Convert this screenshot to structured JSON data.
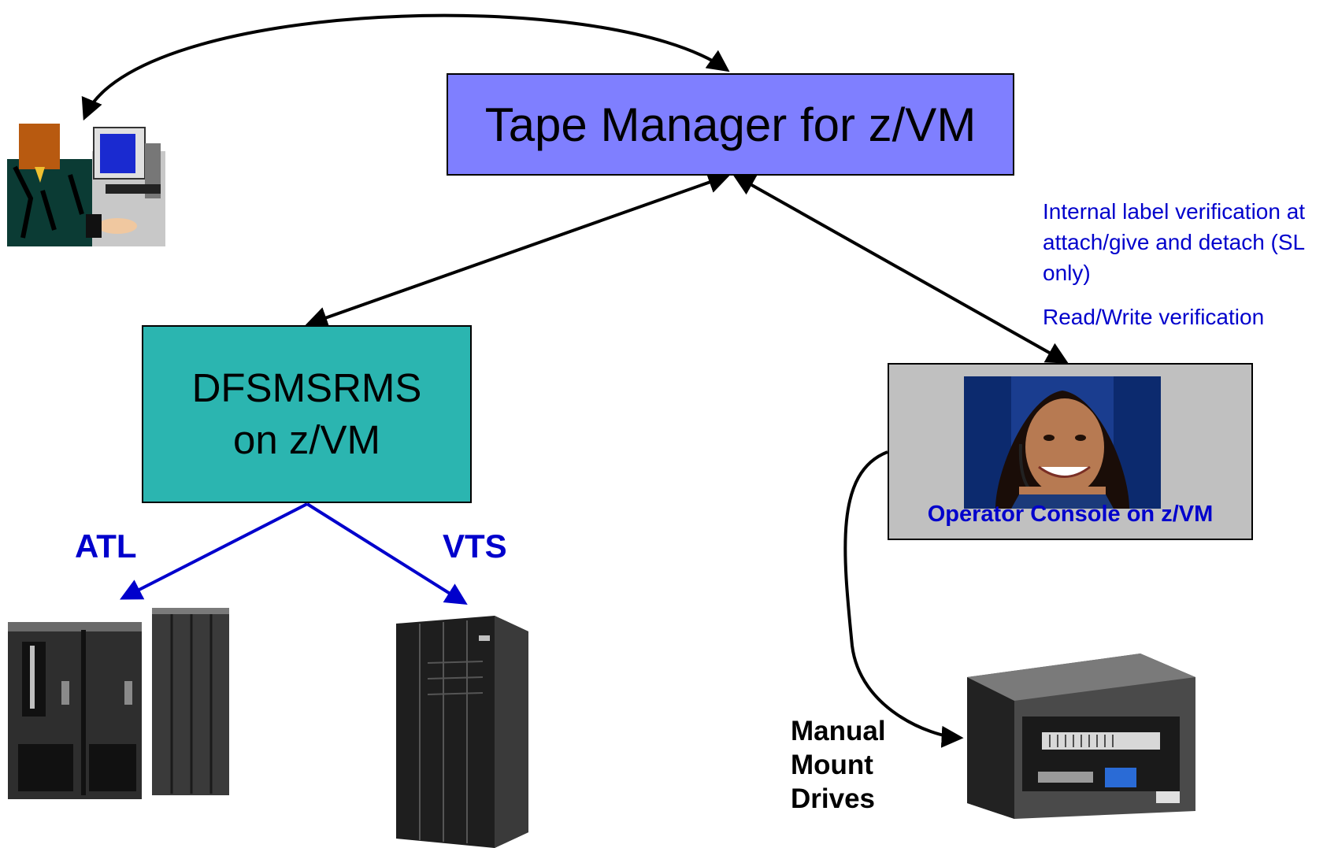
{
  "tape_manager": {
    "label": "Tape Manager for z/VM"
  },
  "dfsmsrms": {
    "line1": "DFSMSRMS",
    "line2": "on z/VM"
  },
  "operator_console": {
    "label": "Operator Console on z/VM"
  },
  "links": {
    "atl": "ATL",
    "vts": "VTS"
  },
  "notes": {
    "label_verification": "Internal label verification at attach/give and detach (SL only)",
    "rw_verification": "Read/Write verification"
  },
  "manual_mount": {
    "line1": "Manual",
    "line2": "Mount",
    "line3": "Drives"
  },
  "icons": [
    "user-workstation-icon",
    "atl-library-icon",
    "vts-server-icon",
    "tape-drive-icon",
    "operator-photo"
  ],
  "colors": {
    "tape_manager_fill": "#7f7fff",
    "dfsmsrms_fill": "#2bb5b0",
    "operator_fill": "#c0c0c0",
    "accent_blue": "#0000cc"
  }
}
